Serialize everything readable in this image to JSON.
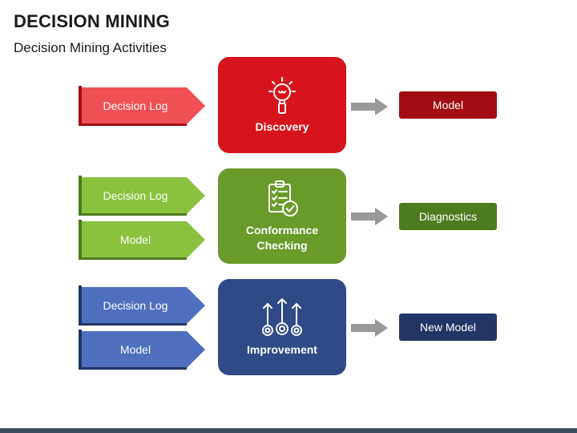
{
  "header": {
    "title": "DECISION MINING",
    "subtitle": "Decision Mining Activities"
  },
  "colors": {
    "discovery": "#d7141b",
    "discovery_input": "#f05055",
    "discovery_output": "#a10d12",
    "conformance": "#6a9a2a",
    "conformance_input": "#8cc13f",
    "conformance_output": "#4f7b1f",
    "improvement": "#2f4a86",
    "improvement_input": "#4f6fbf",
    "improvement_output": "#233566",
    "arrow": "#999999"
  },
  "rows": [
    {
      "center": {
        "label": "Discovery",
        "icon": "lightbulb-magnifier-icon"
      },
      "inputs": [
        "Decision Log"
      ],
      "output": "Model"
    },
    {
      "center": {
        "label": "Conformance\nChecking",
        "icon": "clipboard-checklist-icon"
      },
      "inputs": [
        "Decision Log",
        "Model"
      ],
      "output": "Diagnostics"
    },
    {
      "center": {
        "label": "Improvement",
        "icon": "gears-arrows-up-icon"
      },
      "inputs": [
        "Decision Log",
        "Model"
      ],
      "output": "New Model"
    }
  ]
}
